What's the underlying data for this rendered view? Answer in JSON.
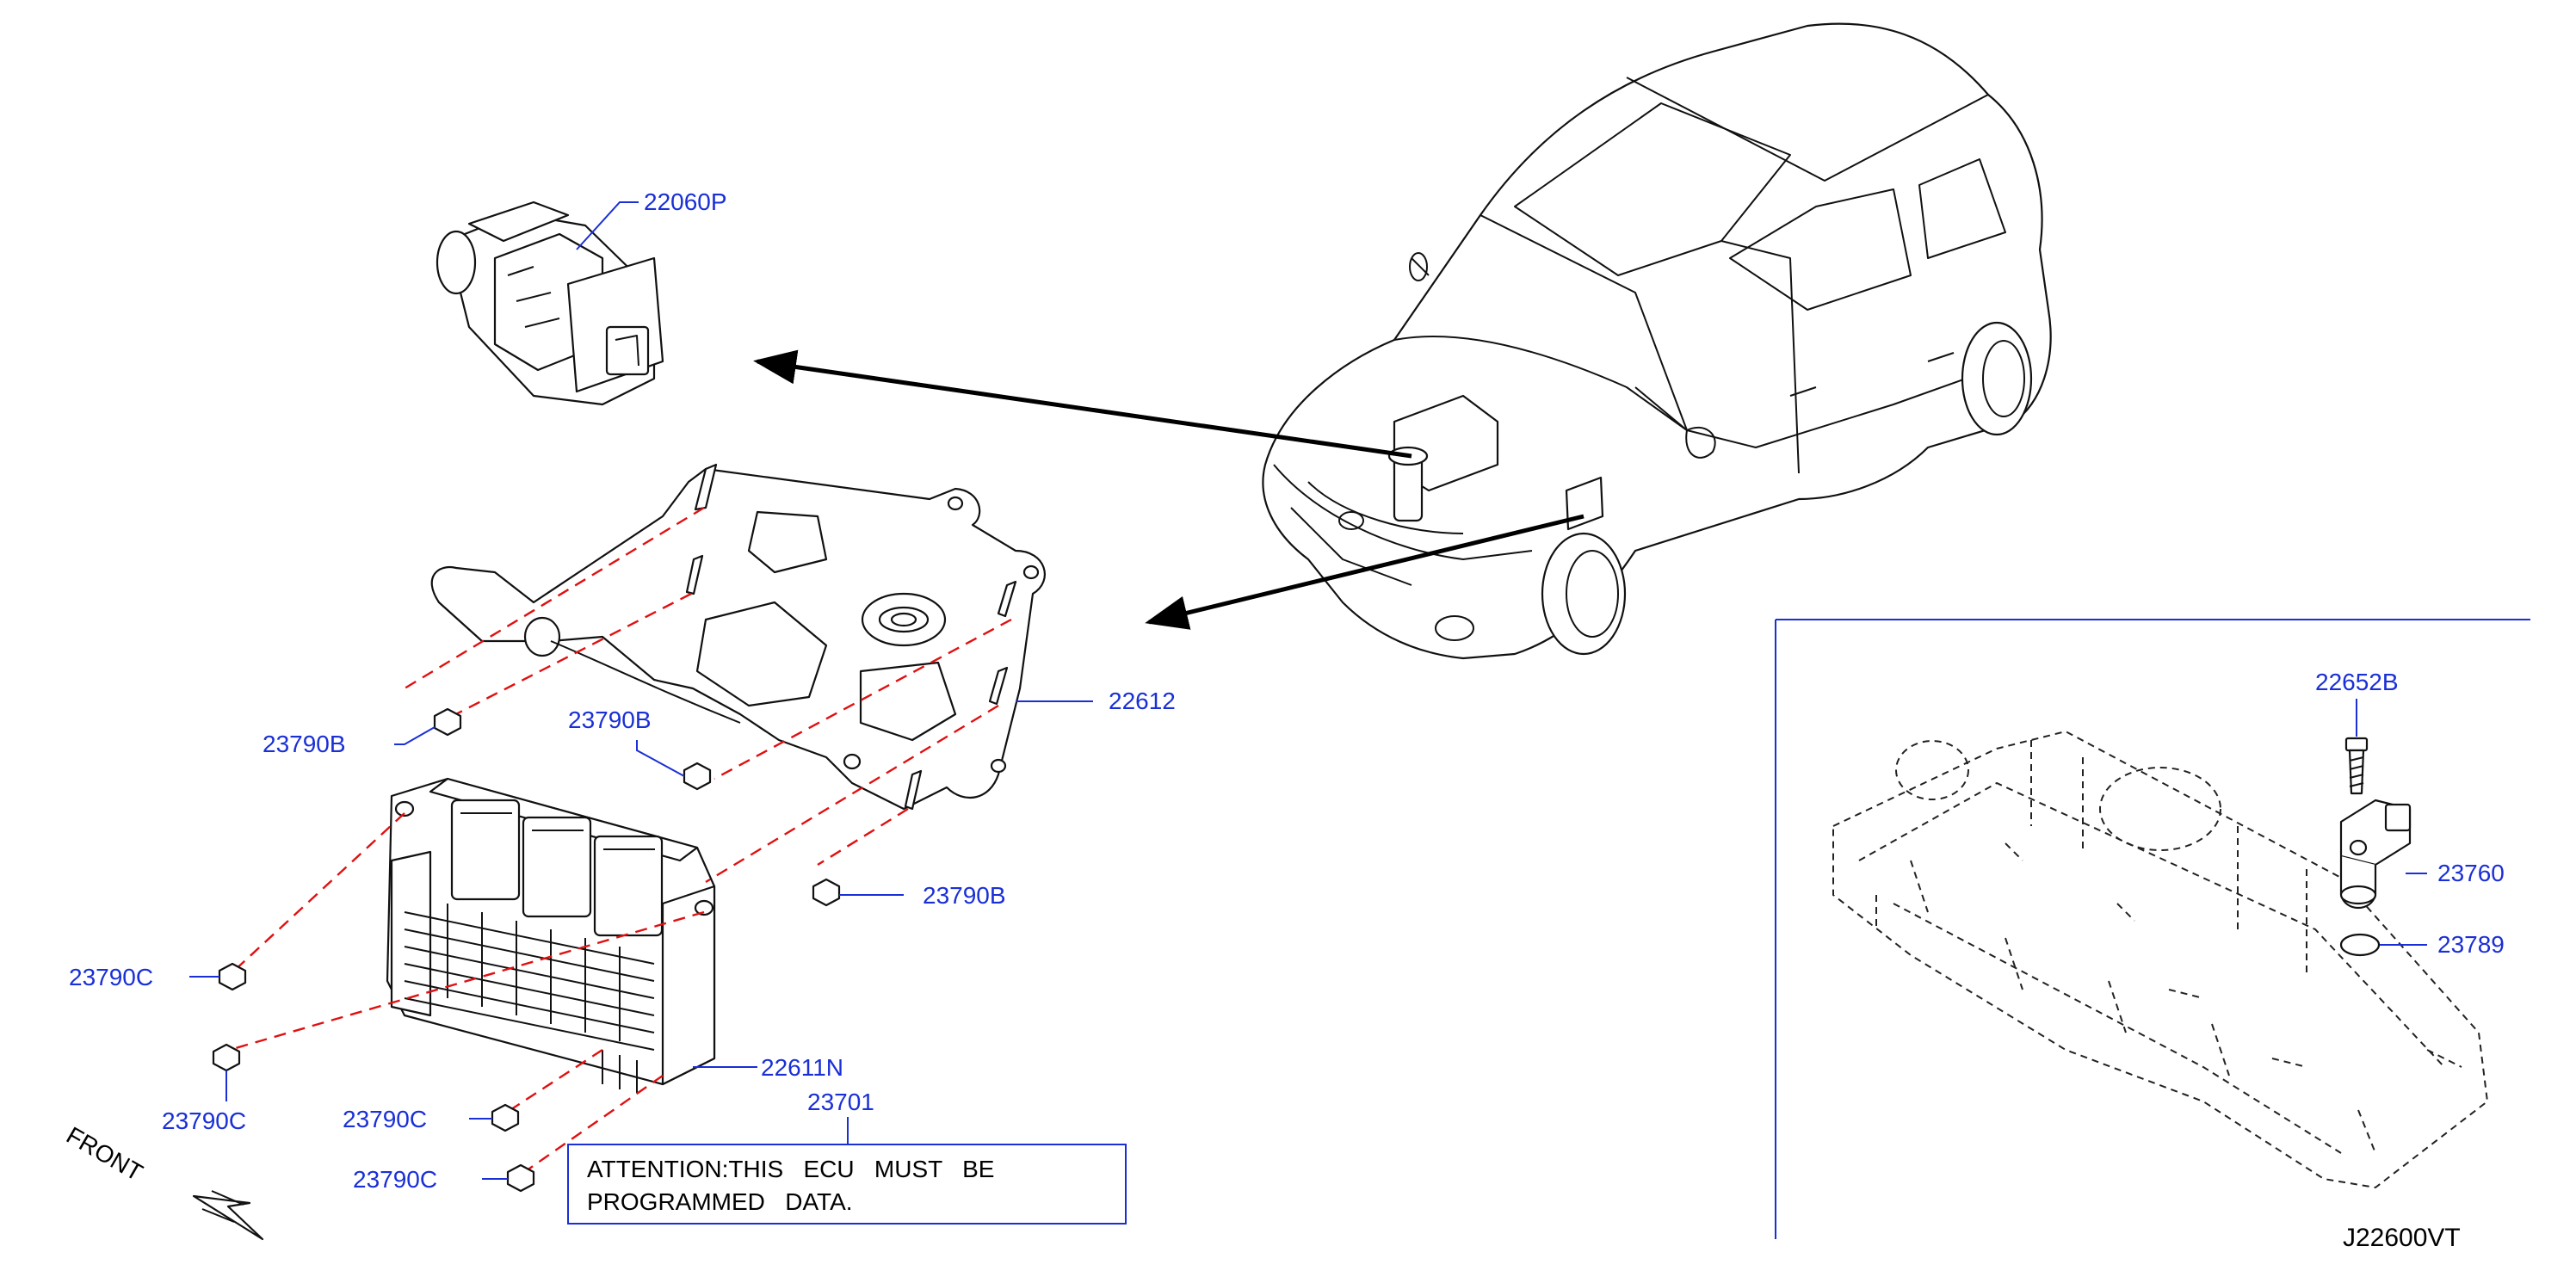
{
  "callouts": {
    "p22060P": "22060P",
    "p22612": "22612",
    "p23790B_a": "23790B",
    "p23790B_b": "23790B",
    "p23790B_c": "23790B",
    "p23790C_a": "23790C",
    "p23790C_b": "23790C",
    "p23790C_c": "23790C",
    "p23790C_d": "23790C",
    "p22611N": "22611N",
    "p23701": "23701",
    "p22652B": "22652B",
    "p23760": "23760",
    "p23789": "23789"
  },
  "attention_note": {
    "line1": "ATTENTION:THIS   ECU   MUST   BE",
    "line2": "PROGRAMMED   DATA."
  },
  "front_label": "FRONT",
  "diagram_code": "J22600VT",
  "colors": {
    "callout_text": "#1a2fd6",
    "leader_line": "#1a2fd6",
    "mounting_dash": "#e01010",
    "drawing_ink": "#111111"
  }
}
